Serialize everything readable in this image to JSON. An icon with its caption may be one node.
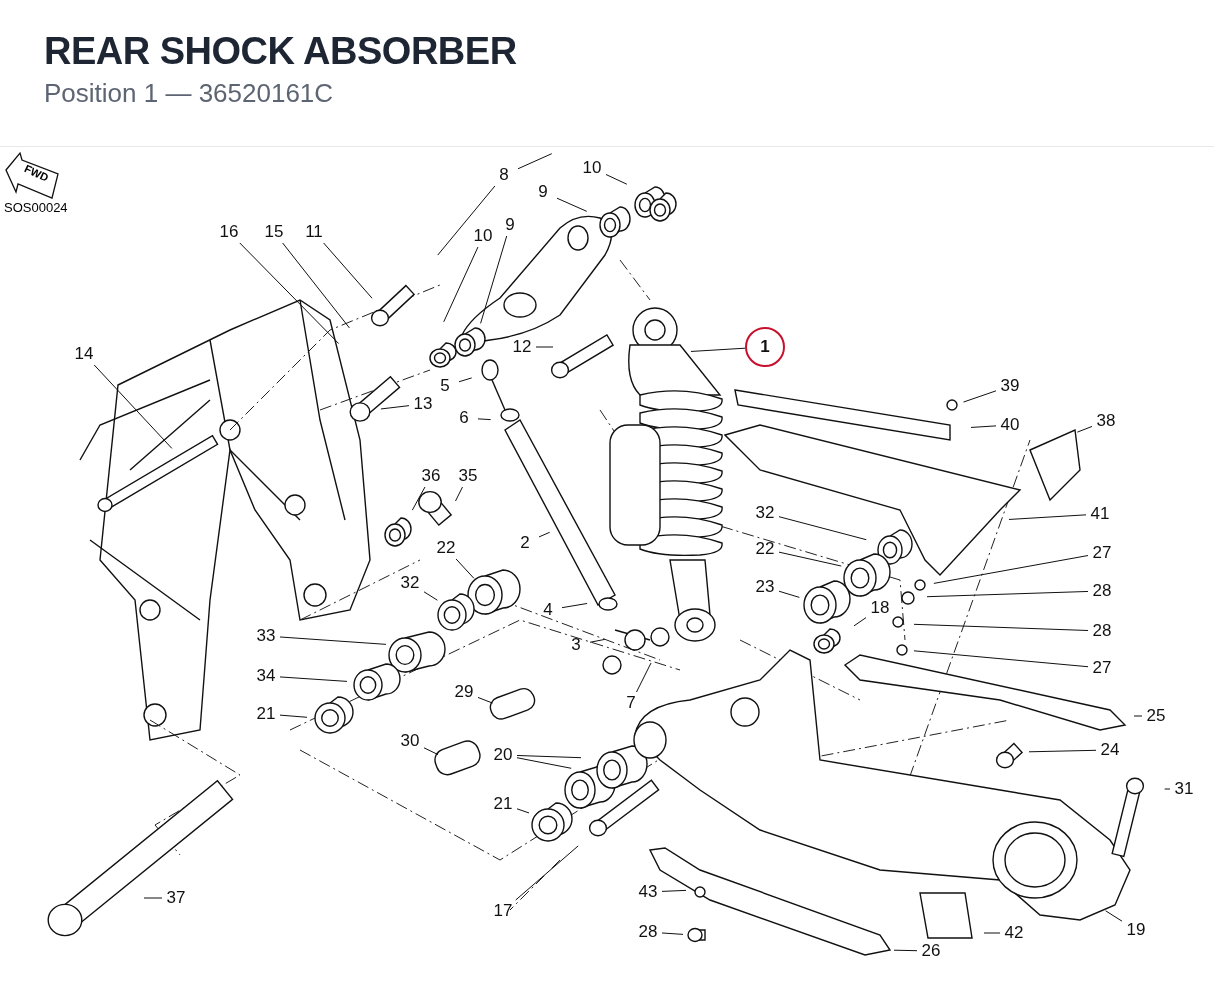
{
  "diagram": {
    "title": "REAR SHOCK ABSORBER",
    "nodes": [
      {
        "text": [
          "8"
        ]
      },
      {
        "text": [
          "10"
        ]
      },
      {
        "text": [
          "9"
        ]
      },
      {
        "text": [
          "16"
        ]
      },
      {
        "text": [
          "15"
        ]
      },
      {
        "text": [
          "11"
        ]
      },
      {
        "text": [
          "10"
        ]
      },
      {
        "text": [
          "9"
        ]
      },
      {
        "text": [
          "12"
        ]
      },
      {
        "text": [
          "1"
        ]
      },
      {
        "text": [
          "14"
        ]
      },
      {
        "text": [
          "5"
        ]
      },
      {
        "text": [
          "39"
        ]
      },
      {
        "text": [
          "13"
        ]
      },
      {
        "text": [
          "6"
        ]
      },
      {
        "text": [
          "38"
        ]
      },
      {
        "text": [
          "40"
        ]
      },
      {
        "text": [
          "36"
        ]
      },
      {
        "text": [
          "35"
        ]
      },
      {
        "text": [
          "41"
        ]
      },
      {
        "text": [
          "32"
        ]
      },
      {
        "text": [
          "2"
        ]
      },
      {
        "text": [
          "22"
        ]
      },
      {
        "text": [
          "22"
        ]
      },
      {
        "text": [
          "27"
        ]
      },
      {
        "text": [
          "32"
        ]
      },
      {
        "text": [
          "23"
        ]
      },
      {
        "text": [
          "28"
        ]
      },
      {
        "text": [
          "4"
        ]
      },
      {
        "text": [
          "18"
        ]
      },
      {
        "text": [
          "28"
        ]
      },
      {
        "text": [
          "3"
        ]
      },
      {
        "text": [
          "33"
        ]
      },
      {
        "text": [
          "27"
        ]
      },
      {
        "text": [
          "34"
        ]
      },
      {
        "text": [
          "29"
        ]
      },
      {
        "text": [
          "7"
        ]
      },
      {
        "text": [
          "21"
        ]
      },
      {
        "text": [
          "25"
        ]
      },
      {
        "text": [
          "30"
        ]
      },
      {
        "text": [
          "24"
        ]
      },
      {
        "text": [
          "20"
        ]
      },
      {
        "text": [
          "31"
        ]
      },
      {
        "text": [
          "21"
        ]
      },
      {
        "text": [
          "37"
        ]
      },
      {
        "text": [
          "17"
        ]
      },
      {
        "text": [
          "43"
        ]
      },
      {
        "text": [
          "19"
        ]
      },
      {
        "text": [
          "28"
        ]
      },
      {
        "text": [
          "42"
        ]
      },
      {
        "text": [
          "26"
        ]
      }
    ],
    "edges": [
      {
        "from": 0,
        "to": null,
        "arrow": "none"
      },
      {
        "from": 1,
        "to": null,
        "arrow": "none"
      },
      {
        "from": 2,
        "to": null,
        "arrow": "none"
      },
      {
        "from": 3,
        "to": null,
        "arrow": "none"
      },
      {
        "from": 4,
        "to": null,
        "arrow": "none"
      },
      {
        "from": 5,
        "to": null,
        "arrow": "none"
      },
      {
        "from": 6,
        "to": null,
        "arrow": "none"
      },
      {
        "from": 7,
        "to": null,
        "arrow": "none"
      },
      {
        "from": 8,
        "to": null,
        "arrow": "none"
      },
      {
        "from": 9,
        "to": null,
        "arrow": "none"
      },
      {
        "from": 10,
        "to": null,
        "arrow": "none"
      },
      {
        "from": 11,
        "to": null,
        "arrow": "none"
      },
      {
        "from": 12,
        "to": null,
        "arrow": "none"
      },
      {
        "from": 13,
        "to": null,
        "arrow": "none"
      },
      {
        "from": 14,
        "to": null,
        "arrow": "none"
      },
      {
        "from": 15,
        "to": null,
        "arrow": "none"
      },
      {
        "from": 16,
        "to": null,
        "arrow": "none"
      },
      {
        "from": 17,
        "to": null,
        "arrow": "none"
      },
      {
        "from": 18,
        "to": null,
        "arrow": "none"
      },
      {
        "from": 19,
        "to": null,
        "arrow": "none"
      },
      {
        "from": 20,
        "to": null,
        "arrow": "none"
      },
      {
        "from": 21,
        "to": null,
        "arrow": "none"
      },
      {
        "from": 22,
        "to": null,
        "arrow": "none"
      },
      {
        "from": 23,
        "to": null,
        "arrow": "none"
      },
      {
        "from": 24,
        "to": null,
        "arrow": "none"
      },
      {
        "from": 25,
        "to": null,
        "arrow": "none"
      },
      {
        "from": 26,
        "to": null,
        "arrow": "none"
      },
      {
        "from": 27,
        "to": null,
        "arrow": "none"
      },
      {
        "from": 28,
        "to": null,
        "arrow": "none"
      },
      {
        "from": 29,
        "to": null,
        "arrow": "none"
      },
      {
        "from": 30,
        "to": null,
        "arrow": "none"
      },
      {
        "from": 31,
        "to": null,
        "arrow": "none"
      },
      {
        "from": 32,
        "to": null,
        "arrow": "none"
      },
      {
        "from": 33,
        "to": null,
        "arrow": "none"
      },
      {
        "from": 34,
        "to": null,
        "arrow": "none"
      },
      {
        "from": 35,
        "to": null,
        "arrow": "none"
      },
      {
        "from": 36,
        "to": null,
        "arrow": "none"
      },
      {
        "from": 37,
        "to": null,
        "arrow": "none"
      },
      {
        "from": 38,
        "to": null,
        "arrow": "none"
      },
      {
        "from": 39,
        "to": null,
        "arrow": "none"
      },
      {
        "from": 40,
        "to": null,
        "arrow": "none"
      },
      {
        "from": 41,
        "to": null,
        "arrow": "none"
      },
      {
        "from": 42,
        "to": null,
        "arrow": "none"
      },
      {
        "from": 43,
        "to": null,
        "arrow": "none"
      },
      {
        "from": 44,
        "to": null,
        "arrow": "none"
      },
      {
        "from": 45,
        "to": null,
        "arrow": "none"
      },
      {
        "from": 46,
        "to": null,
        "arrow": "none"
      },
      {
        "from": 47,
        "to": null,
        "arrow": "none"
      },
      {
        "from": 48,
        "to": null,
        "arrow": "none"
      },
      {
        "from": 49,
        "to": null,
        "arrow": "none"
      },
      {
        "from": 50,
        "to": null,
        "arrow": "none"
      },
      {
        "from": 41,
        "to": null,
        "arrow": "none"
      },
      {
        "from": 0,
        "to": null,
        "arrow": "none"
      }
    ],
    "labels": [
      "Position 1 — 36520161C",
      "FWD",
      "SOS00024"
    ]
  }
}
